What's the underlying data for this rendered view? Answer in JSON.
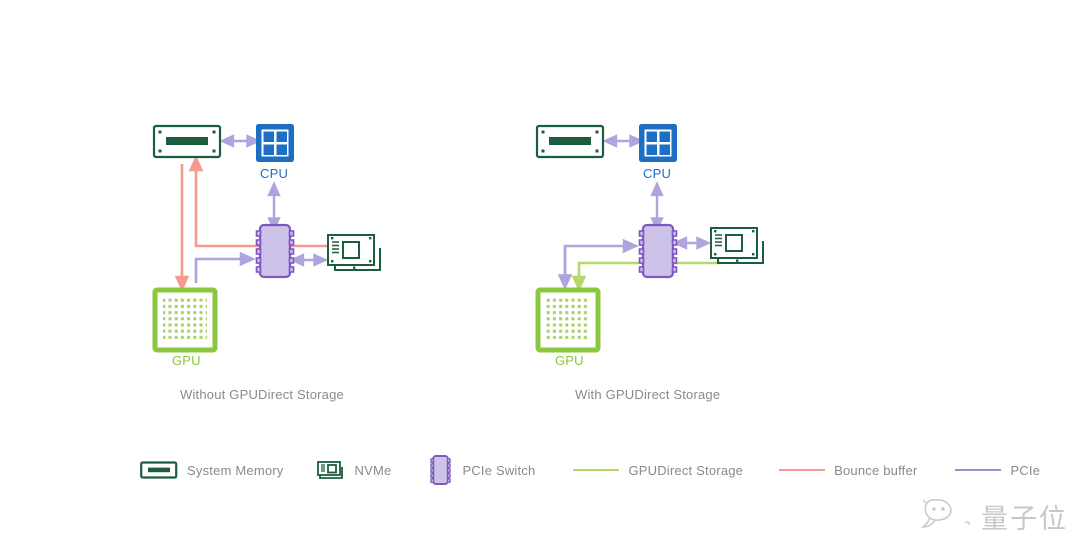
{
  "figure": {
    "title_left": "Without GPUDirect Storage",
    "title_right": "With GPUDirect Storage"
  },
  "nodes": {
    "system_memory": "System Memory",
    "cpu": "CPU",
    "gpu": "GPU",
    "nvme": "NVMe",
    "pcie_switch": "PCIe Switch"
  },
  "labels": {
    "cpu_left": "CPU",
    "gpu_left": "GPU",
    "cpu_right": "CPU",
    "gpu_right": "GPU"
  },
  "legend": {
    "items": [
      {
        "label": "System Memory",
        "icon": "system-memory-icon",
        "kind": "icon",
        "color": "#1b5e3f"
      },
      {
        "label": "NVMe",
        "icon": "nvme-icon",
        "kind": "icon",
        "color": "#1b5e3f"
      },
      {
        "label": "PCIe Switch",
        "icon": "pcie-switch-icon",
        "kind": "icon",
        "color": "#7e57c2"
      },
      {
        "label": "GPUDirect Storage",
        "icon": "line-swatch",
        "kind": "line",
        "color": "#b5d86a"
      },
      {
        "label": "Bounce buffer",
        "icon": "line-swatch",
        "kind": "line",
        "color": "#f79a8e"
      },
      {
        "label": "PCIe",
        "icon": "line-swatch",
        "kind": "line",
        "color": "#9b8fd0"
      }
    ]
  },
  "colors": {
    "accent_cpu": "#1d6fc4",
    "accent_gpu": "#8bc63f",
    "accent_memory": "#1b5e3f",
    "accent_switch": "#7e57c2",
    "switch_fill": "#cdc3e8",
    "path_gpudirect": "#b5d86a",
    "path_bounce": "#f79a8e",
    "path_pcie": "#b0a4dd",
    "caption_text": "#8a8a8a",
    "background": "#ffffff"
  },
  "watermark": {
    "text": "量子位",
    "icon": "qbitai-smiley-logo"
  }
}
